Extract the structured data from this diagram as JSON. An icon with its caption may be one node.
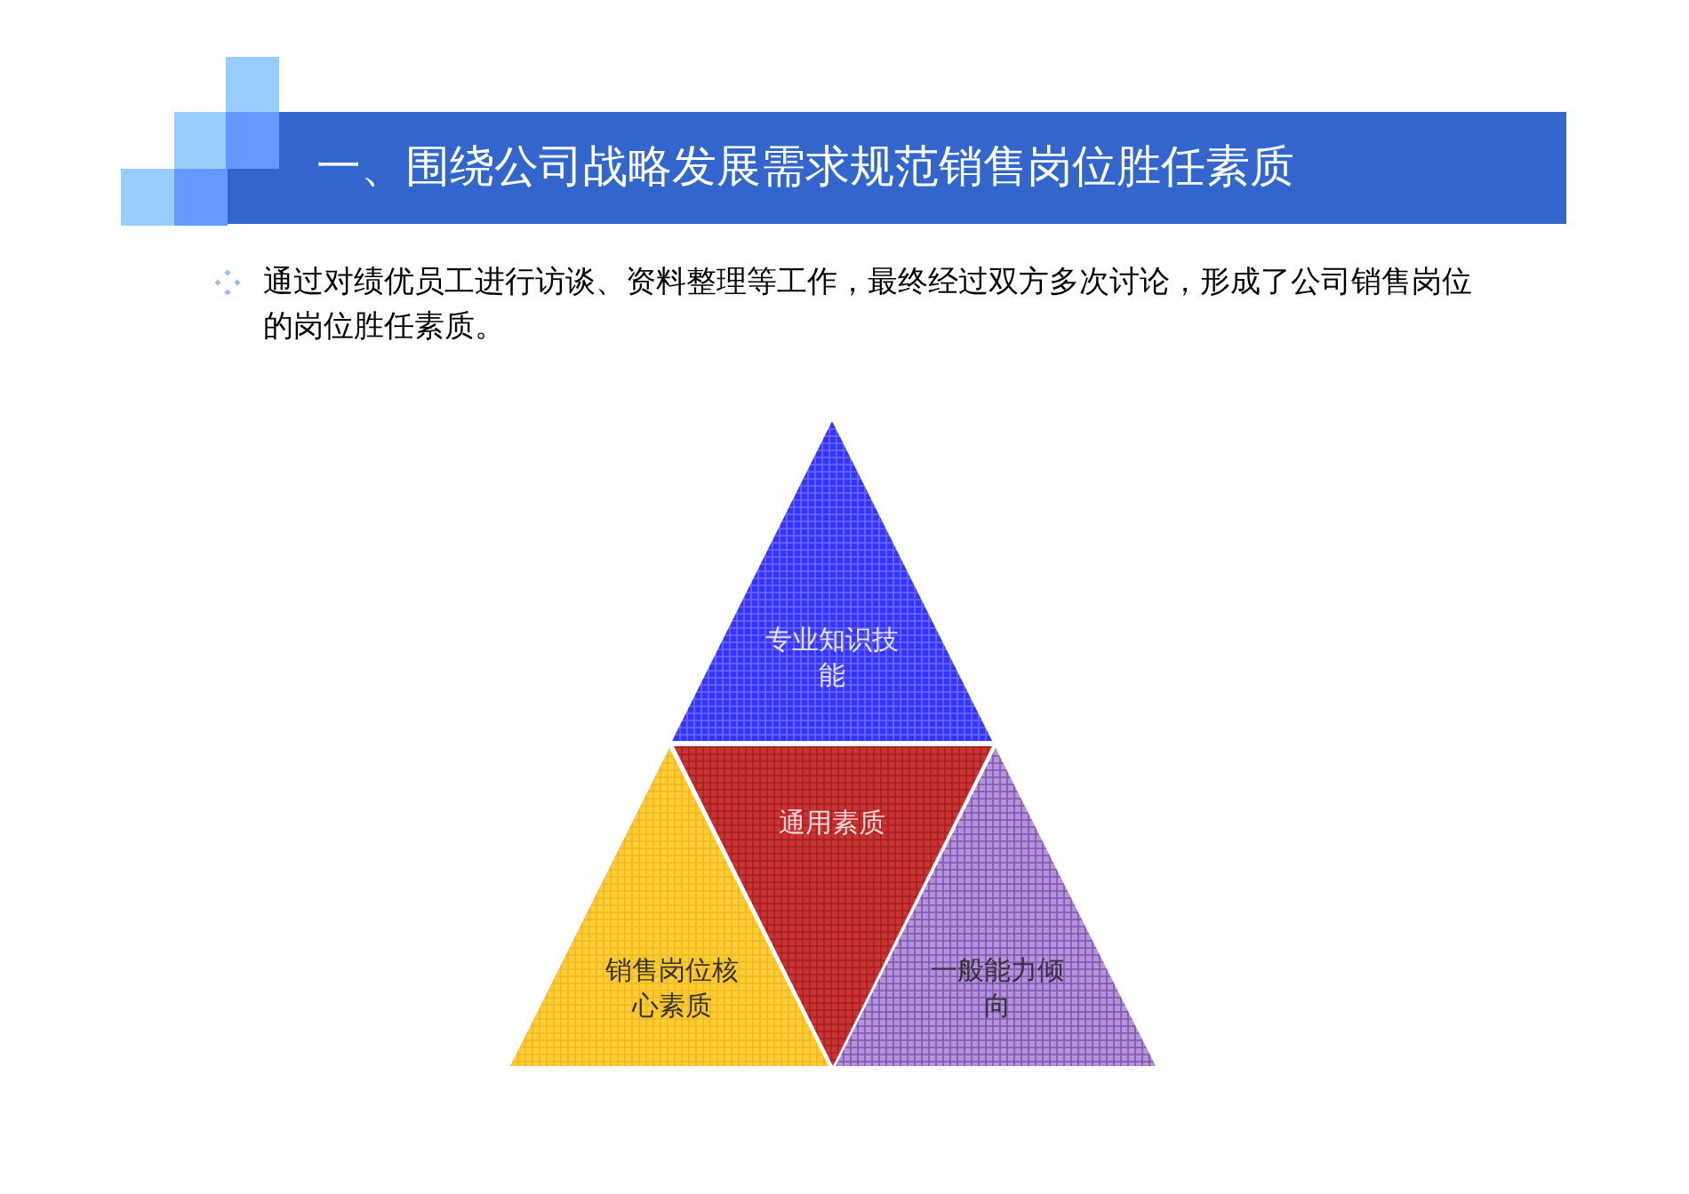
{
  "diagram": {
    "title": "一、围绕公司战略发展需求规范销售岗位胜任素质",
    "nodes": [
      {
        "text": [
          "专业知识技能"
        ]
      },
      {
        "text": [
          "通用素质"
        ]
      },
      {
        "text": [
          "销售岗位核心素质"
        ]
      },
      {
        "text": [
          "一般能力倾向"
        ]
      }
    ],
    "labels": [
      "通过对绩优员工进行访谈、资料整理等工作，最终经过双方多次讨论，形成了公司销售岗位的岗位胜任素质。"
    ]
  }
}
